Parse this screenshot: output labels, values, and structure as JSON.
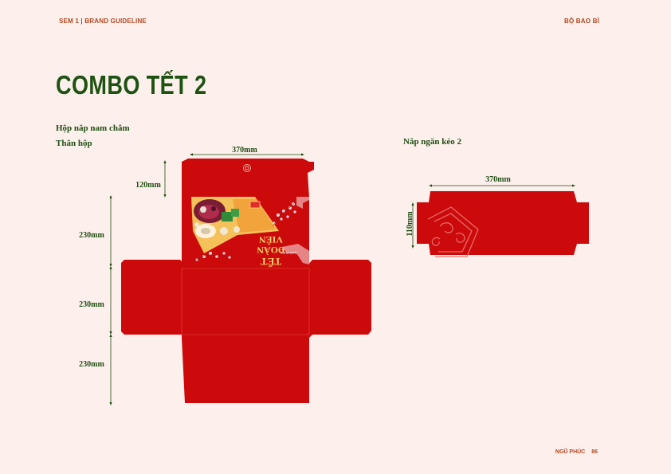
{
  "header": {
    "left": "SEM 1 | BRAND GUIDELINE",
    "right": "BỘ BAO BÌ"
  },
  "title": "COMBO TẾT 2",
  "labels": {
    "box_lid": "Hộp nắp nam châm",
    "box_body": "Thân hộp",
    "drawer_lid": "Nắp ngăn kéo 2"
  },
  "dimensions": {
    "box_width": "370mm",
    "box_flap": "120mm",
    "box_h1": "230mm",
    "box_h2": "230mm",
    "box_h3": "230mm",
    "drawer_width": "370mm",
    "drawer_height": "110mm"
  },
  "artwork": {
    "line1": "TẾT",
    "line2": "ĐOÀN",
    "line3": "VIÊN",
    "mark": "NGŨ PHÚC"
  },
  "footer": {
    "brand": "NGŨ PHÚC",
    "page": "86"
  },
  "colors": {
    "box_red": "#cc0a0c",
    "dim_green": "#1e4d12",
    "accent_orange": "#b5451f",
    "background": "#fdf0ec"
  }
}
